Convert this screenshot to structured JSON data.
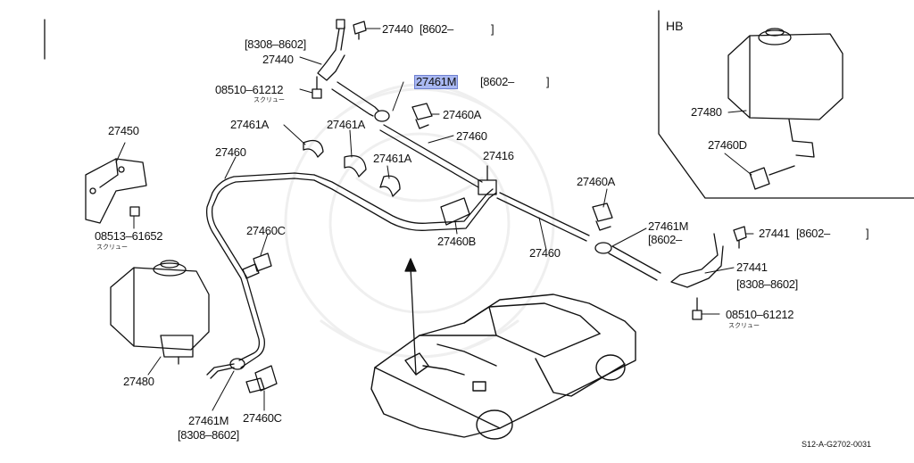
{
  "inset_title": "HB",
  "highlight_color": "#a9b8f2",
  "labels": {
    "l27440r": "27440",
    "l27440r_date": "[8602–",
    "l27440r_close": "]",
    "l27440l_date": "[8308–8602]",
    "l27440l": "27440",
    "l08510a": "08510–61212",
    "l08510a_kana": "スクリュー",
    "l27461Mh": "27461M",
    "l27461Mh_date": "[8602–",
    "l27461Mh_close": "]",
    "l27461Aa": "27461A",
    "l27461Ab": "27461A",
    "l27460Aa": "27460A",
    "l27460a": "27460",
    "l27450": "27450",
    "l27460b": "27460",
    "l27461Ac": "27461A",
    "l27416": "27416",
    "l08513": "08513–61652",
    "l08513_kana": "スクリュー",
    "l27460C1": "27460C",
    "l27460B": "27460B",
    "l27460Ab": "27460A",
    "l27460c": "27460",
    "l27461Mr": "27461M",
    "l27461Mr_date": "[8602–",
    "l27441r": "27441",
    "l27441r_date": "[8602–",
    "l27441r_close": "]",
    "l27441l": "27441",
    "l27441l_date": "[8308–8602]",
    "l08510b": "08510–61212",
    "l08510b_kana": "スクリュー",
    "l27480": "27480",
    "l27461Mb": "27461M",
    "l27461Mb_date": "[8308–8602]",
    "l27460C2": "27460C",
    "l27480hb": "27480",
    "l27460D": "27460D"
  },
  "diagram_code": "S12-A-G2702-0031"
}
